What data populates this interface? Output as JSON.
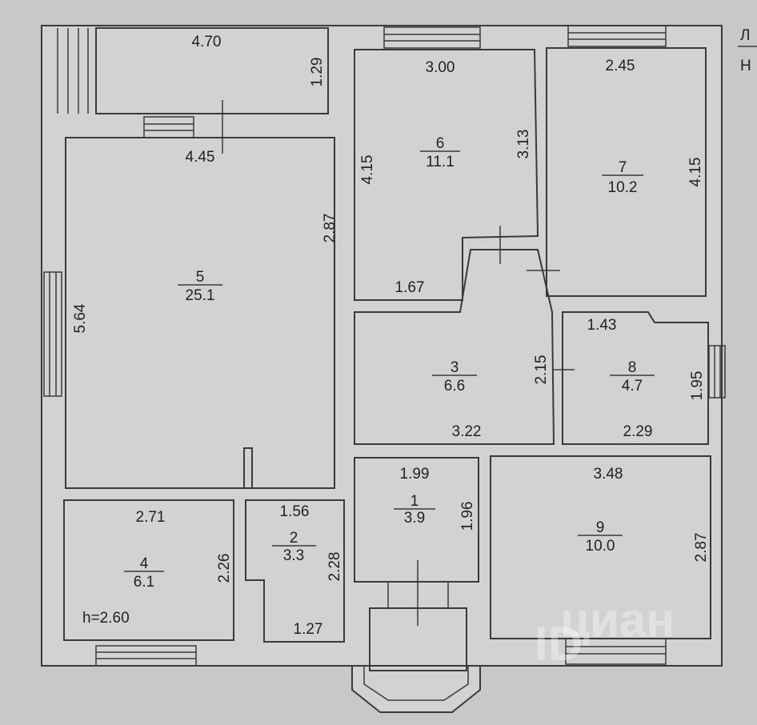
{
  "plan": {
    "height_note": "h=2.60",
    "edge_text": [
      "Л",
      "Н"
    ],
    "rooms": [
      {
        "id": "1",
        "area": "3.9",
        "dims": [
          "1.99",
          "1.96"
        ]
      },
      {
        "id": "2",
        "area": "3.3",
        "dims": [
          "1.56",
          "2.28",
          "1.27"
        ]
      },
      {
        "id": "3",
        "area": "6.6",
        "dims": [
          "3.22",
          "2.15"
        ]
      },
      {
        "id": "4",
        "area": "6.1",
        "dims": [
          "2.71",
          "2.26"
        ]
      },
      {
        "id": "5",
        "area": "25.1",
        "dims": [
          "4.45",
          "5.64",
          "2.87"
        ]
      },
      {
        "id": "6",
        "area": "11.1",
        "dims": [
          "3.00",
          "4.15",
          "3.13",
          "1.67"
        ]
      },
      {
        "id": "7",
        "area": "10.2",
        "dims": [
          "2.45",
          "4.15"
        ]
      },
      {
        "id": "8",
        "area": "4.7",
        "dims": [
          "1.43",
          "1.95",
          "2.29"
        ]
      },
      {
        "id": "9",
        "area": "10.0",
        "dims": [
          "3.48",
          "2.87"
        ]
      }
    ],
    "terrace_dims": [
      "4.70",
      "1.29"
    ]
  },
  "watermark": {
    "logo": "циан",
    "id_prefix": "ID"
  }
}
